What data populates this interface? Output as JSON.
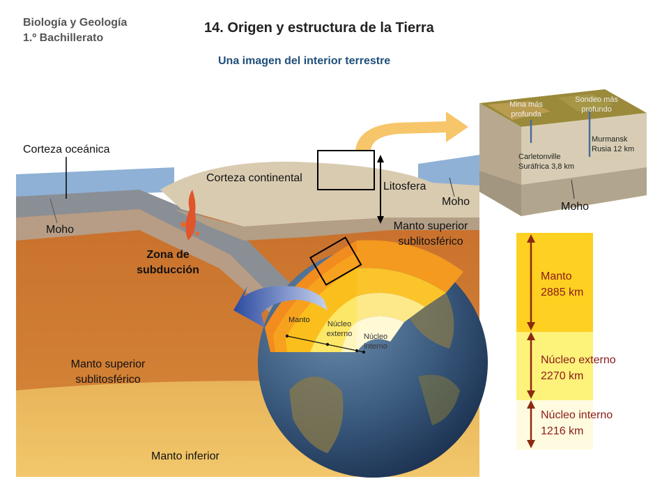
{
  "header": {
    "subject": "Biología y Geología",
    "course": "1.º Bachillerato",
    "title": "14. Origen y estructura de la Tierra",
    "subtitle": "Una imagen del interior terrestre"
  },
  "cross_section": {
    "oceanic_crust": "Corteza oceánica",
    "continental_crust": "Corteza continental",
    "lithosphere": "Litosfera",
    "moho_left": "Moho",
    "moho_center": "Moho",
    "upper_mantle_right_l1": "Manto superior",
    "upper_mantle_right_l2": "sublitosférico",
    "subduction_l1": "Zona de",
    "subduction_l2": "subducción",
    "upper_mantle_left_l1": "Manto superior",
    "upper_mantle_left_l2": "sublitosférico",
    "lower_mantle": "Manto inferior"
  },
  "globe": {
    "mantle": "Manto",
    "outer_core_l1": "Núcleo",
    "outer_core_l2": "externo",
    "inner_core_l1": "Núcleo",
    "inner_core_l2": "interno"
  },
  "block": {
    "mine_l1": "Mina más",
    "mine_l2": "profunda",
    "borehole_l1": "Sondeo más",
    "borehole_l2": "profundo",
    "murmansk_l1": "Murmansk",
    "murmansk_l2": "Rusia  12 km",
    "carletonville_l1": "Carletonville",
    "carletonville_l2": "Suráfrica 3,8 km",
    "moho": "Moho"
  },
  "layers": [
    {
      "name": "Manto",
      "thickness": "2885 km",
      "color": "#fdd021"
    },
    {
      "name": "Núcleo externo",
      "thickness": "2270 km",
      "color": "#fdf27a"
    },
    {
      "name": "Núcleo interno",
      "thickness": "1216 km",
      "color": "#fffbe0"
    }
  ],
  "colors": {
    "label_red": "#8b1a1a",
    "subtitle_blue": "#1f4e79",
    "arrow": "#8b2a10"
  }
}
